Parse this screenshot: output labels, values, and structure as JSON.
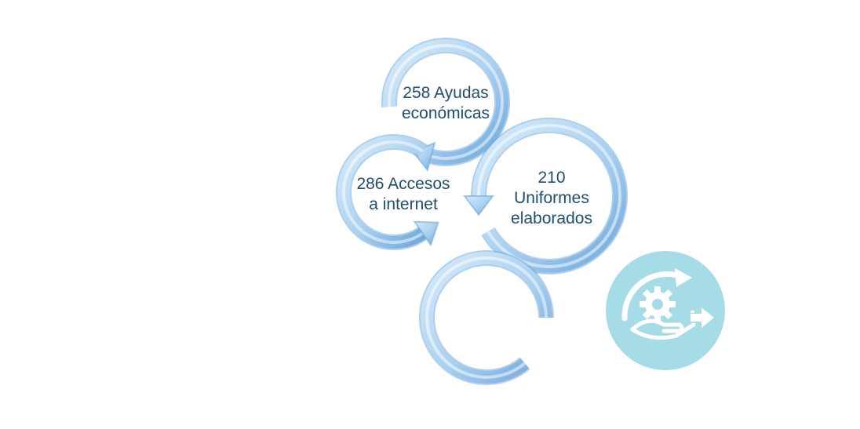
{
  "diagram": {
    "nodes": [
      {
        "id": "ayudas",
        "lines": [
          "258 Ayudas",
          "económicas"
        ]
      },
      {
        "id": "accesos",
        "lines": [
          "286 Accesos",
          "a internet"
        ]
      },
      {
        "id": "uniformes",
        "lines": [
          "210",
          "Uniformes",
          "elaborados"
        ]
      },
      {
        "id": "empty",
        "lines": []
      }
    ],
    "colors": {
      "ring_light": "#d8ebfa",
      "ring_mid": "#a9d0f0",
      "ring_dark": "#6fa8dc",
      "text": "#1f4e6e",
      "badge_bg": "#a5dce6",
      "badge_icon": "#ffffff"
    },
    "badge_icon": "gear-in-hand-with-arrow-icon"
  }
}
